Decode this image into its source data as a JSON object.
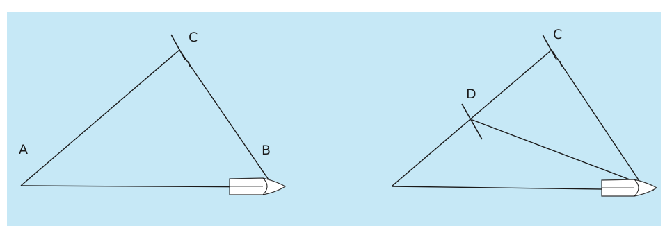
{
  "diagram": {
    "colors": {
      "background": "#c6e8f6",
      "stroke": "#1a1a1a",
      "boat_fill": "#ffffff"
    },
    "left_panel": {
      "labels": {
        "a": "A",
        "b": "B",
        "c": "C"
      }
    },
    "right_panel": {
      "labels": {
        "c": "C",
        "d": "D"
      }
    }
  }
}
